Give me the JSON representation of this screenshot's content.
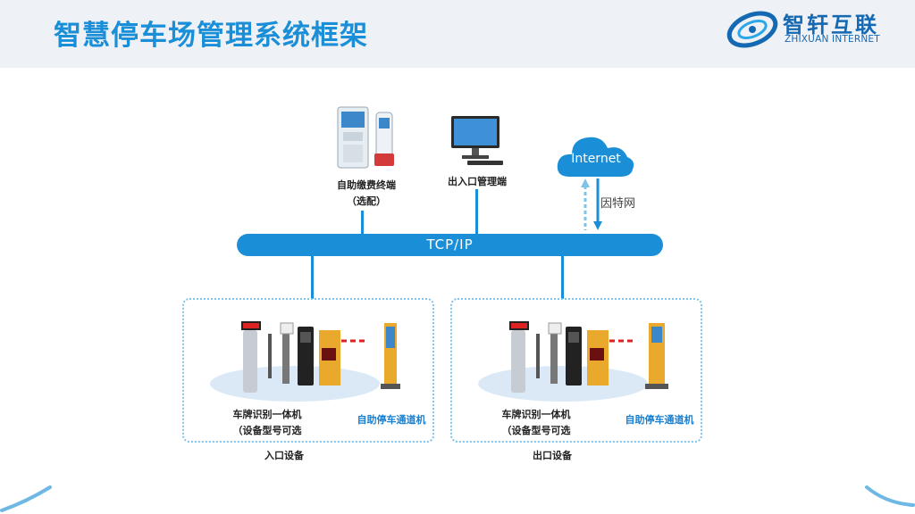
{
  "header": {
    "title": "智慧停车场管理系统框架"
  },
  "logo": {
    "name": "智轩互联",
    "sub": "ZHIXUAN INTERNET"
  },
  "nodes": {
    "kiosk": {
      "line1": "自助缴费终端",
      "line2": "（选配）"
    },
    "admin": {
      "label": "出入口管理端"
    },
    "cloud": {
      "label": "Internet",
      "link_label": "因特网"
    }
  },
  "network": {
    "bus_label": "TCP/IP"
  },
  "entrance": {
    "device_line1": "车牌识别一体机",
    "device_line2": "（设备型号可选",
    "machine_label": "自助停车通道机",
    "zone_label": "入口设备"
  },
  "exit": {
    "device_line1": "车牌识别一体机",
    "device_line2": "（设备型号可选",
    "machine_label": "自助停车通道机",
    "zone_label": "出口设备"
  },
  "colors": {
    "accent": "#1a8fd8",
    "title": "#1a8fd8",
    "logo": "#1569b3",
    "zone_border": "#7ec3e8"
  }
}
